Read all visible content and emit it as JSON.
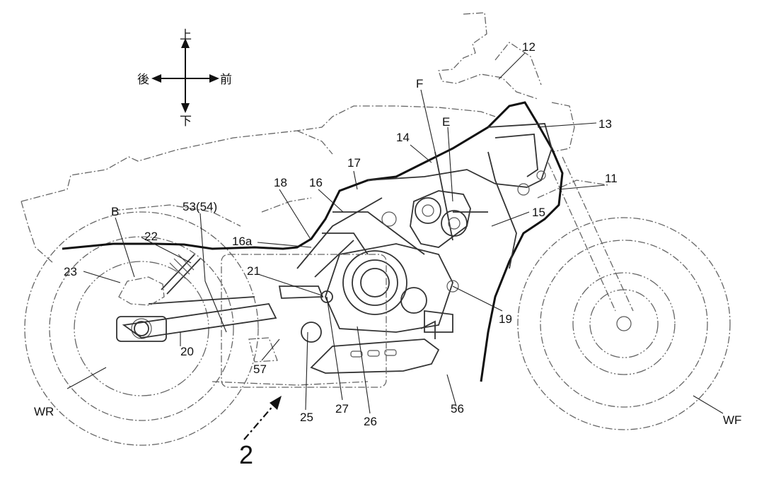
{
  "direction": {
    "up": "上",
    "down": "下",
    "rear": "後",
    "front": "前"
  },
  "view_arrow_label": "2",
  "labels": {
    "n11": "11",
    "n12": "12",
    "n13": "13",
    "n14": "14",
    "n15": "15",
    "n16": "16",
    "n16a": "16a",
    "n17": "17",
    "n18": "18",
    "n19": "19",
    "n20": "20",
    "n21": "21",
    "n22": "22",
    "n23": "23",
    "n25": "25",
    "n26": "26",
    "n27": "27",
    "n53": "53(54)",
    "n56": "56",
    "n57": "57",
    "B": "B",
    "E": "E",
    "F": "F",
    "WR": "WR",
    "WF": "WF"
  }
}
